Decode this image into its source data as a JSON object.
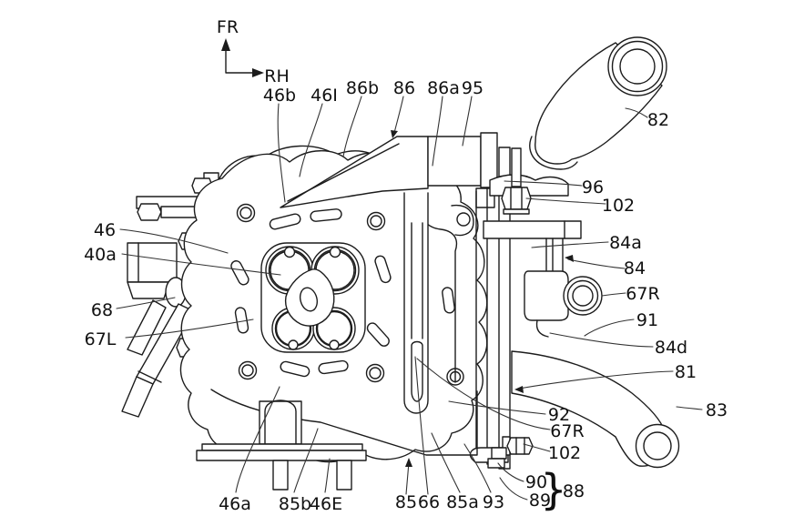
{
  "figure": {
    "background_color": "#ffffff",
    "line_color": "#1c1c1c",
    "highlight_color": "#f2989f",
    "orientation_axes": {
      "vertical": "FR",
      "horizontal": "RH"
    },
    "labels": [
      "46b",
      "46I",
      "86b",
      "86",
      "86a",
      "95",
      "82",
      "96",
      "102",
      "84a",
      "84",
      "67R",
      "91",
      "84d",
      "81",
      "83",
      "92",
      "67R",
      "102",
      "90",
      "89",
      "88",
      "46",
      "40a",
      "68",
      "67L",
      "46a",
      "85b",
      "46E",
      "85",
      "66",
      "85a",
      "93"
    ],
    "brace_group": {
      "glyph": "}",
      "grouped_labels": [
        "90",
        "89"
      ],
      "group_label": "88"
    },
    "highlighted_parts": {
      "name": "valve-openings",
      "count": 4
    }
  }
}
